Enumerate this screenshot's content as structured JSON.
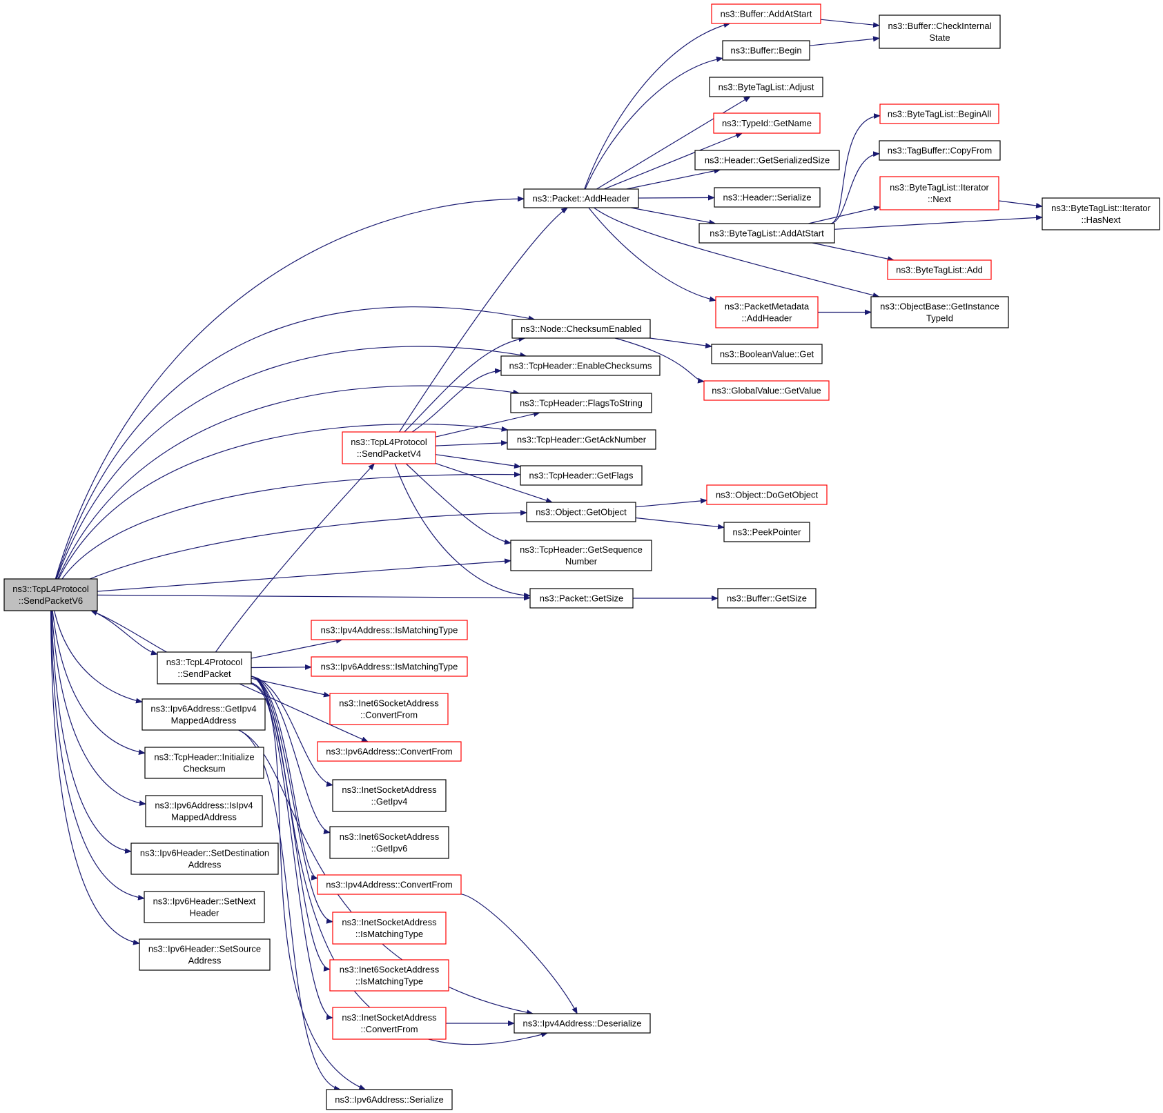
{
  "colors": {
    "edge": "#191970",
    "border_normal": "#000000",
    "border_truncated": "#ff0000",
    "focus_fill": "#bfbfbf",
    "fill": "#ffffff"
  },
  "nodes": [
    {
      "id": "n0",
      "lines": [
        "ns3::TcpL4Protocol",
        "::SendPacketV6"
      ],
      "style": "focus"
    },
    {
      "id": "n1",
      "lines": [
        "ns3::Packet::AddHeader"
      ],
      "style": "normal"
    },
    {
      "id": "n2",
      "lines": [
        "ns3::Node::ChecksumEnabled"
      ],
      "style": "normal"
    },
    {
      "id": "n3",
      "lines": [
        "ns3::TcpHeader::EnableChecksums"
      ],
      "style": "normal"
    },
    {
      "id": "n4",
      "lines": [
        "ns3::TcpHeader::FlagsToString"
      ],
      "style": "normal"
    },
    {
      "id": "n5",
      "lines": [
        "ns3::TcpHeader::GetAckNumber"
      ],
      "style": "normal"
    },
    {
      "id": "n6",
      "lines": [
        "ns3::TcpHeader::GetFlags"
      ],
      "style": "normal"
    },
    {
      "id": "n7",
      "lines": [
        "ns3::Object::GetObject"
      ],
      "style": "normal"
    },
    {
      "id": "n8",
      "lines": [
        "ns3::TcpHeader::GetSequence",
        "Number"
      ],
      "style": "normal"
    },
    {
      "id": "n9",
      "lines": [
        "ns3::Packet::GetSize"
      ],
      "style": "normal"
    },
    {
      "id": "n10",
      "lines": [
        "ns3::TcpL4Protocol",
        "::SendPacketV4"
      ],
      "style": "truncated"
    },
    {
      "id": "n11",
      "lines": [
        "ns3::TcpL4Protocol",
        "::SendPacket"
      ],
      "style": "normal"
    },
    {
      "id": "n12",
      "lines": [
        "ns3::Ipv6Address::GetIpv4",
        "MappedAddress"
      ],
      "style": "normal"
    },
    {
      "id": "n13",
      "lines": [
        "ns3::TcpHeader::Initialize",
        "Checksum"
      ],
      "style": "normal"
    },
    {
      "id": "n14",
      "lines": [
        "ns3::Ipv6Address::IsIpv4",
        "MappedAddress"
      ],
      "style": "normal"
    },
    {
      "id": "n15",
      "lines": [
        "ns3::Ipv6Header::SetDestination",
        "Address"
      ],
      "style": "normal"
    },
    {
      "id": "n16",
      "lines": [
        "ns3::Ipv6Header::SetNext",
        "Header"
      ],
      "style": "normal"
    },
    {
      "id": "n17",
      "lines": [
        "ns3::Ipv6Header::SetSource",
        "Address"
      ],
      "style": "normal"
    },
    {
      "id": "n18",
      "lines": [
        "ns3::Buffer::AddAtStart"
      ],
      "style": "truncated"
    },
    {
      "id": "n19",
      "lines": [
        "ns3::Buffer::Begin"
      ],
      "style": "normal"
    },
    {
      "id": "n20",
      "lines": [
        "ns3::ByteTagList::Adjust"
      ],
      "style": "normal"
    },
    {
      "id": "n21",
      "lines": [
        "ns3::TypeId::GetName"
      ],
      "style": "truncated"
    },
    {
      "id": "n22",
      "lines": [
        "ns3::Header::GetSerializedSize"
      ],
      "style": "normal"
    },
    {
      "id": "n23",
      "lines": [
        "ns3::Header::Serialize"
      ],
      "style": "normal"
    },
    {
      "id": "n24",
      "lines": [
        "ns3::ByteTagList::AddAtStart"
      ],
      "style": "normal"
    },
    {
      "id": "n25",
      "lines": [
        "ns3::PacketMetadata",
        "::AddHeader"
      ],
      "style": "truncated"
    },
    {
      "id": "n26",
      "lines": [
        "ns3::ObjectBase::GetInstance",
        "TypeId"
      ],
      "style": "normal"
    },
    {
      "id": "n27",
      "lines": [
        "ns3::Buffer::CheckInternal",
        "State"
      ],
      "style": "normal"
    },
    {
      "id": "n28",
      "lines": [
        "ns3::ByteTagList::BeginAll"
      ],
      "style": "truncated"
    },
    {
      "id": "n29",
      "lines": [
        "ns3::TagBuffer::CopyFrom"
      ],
      "style": "normal"
    },
    {
      "id": "n30",
      "lines": [
        "ns3::ByteTagList::Iterator",
        "::Next"
      ],
      "style": "truncated"
    },
    {
      "id": "n31",
      "lines": [
        "ns3::ByteTagList::Iterator",
        "::HasNext"
      ],
      "style": "normal"
    },
    {
      "id": "n32",
      "lines": [
        "ns3::ByteTagList::Add"
      ],
      "style": "truncated"
    },
    {
      "id": "n33",
      "lines": [
        "ns3::BooleanValue::Get"
      ],
      "style": "normal"
    },
    {
      "id": "n34",
      "lines": [
        "ns3::GlobalValue::GetValue"
      ],
      "style": "truncated"
    },
    {
      "id": "n35",
      "lines": [
        "ns3::Object::DoGetObject"
      ],
      "style": "truncated"
    },
    {
      "id": "n36",
      "lines": [
        "ns3::PeekPointer"
      ],
      "style": "normal"
    },
    {
      "id": "n37",
      "lines": [
        "ns3::Buffer::GetSize"
      ],
      "style": "normal"
    },
    {
      "id": "n38",
      "lines": [
        "ns3::Ipv4Address::IsMatchingType"
      ],
      "style": "truncated"
    },
    {
      "id": "n39",
      "lines": [
        "ns3::Ipv6Address::IsMatchingType"
      ],
      "style": "truncated"
    },
    {
      "id": "n40",
      "lines": [
        "ns3::Inet6SocketAddress",
        "::ConvertFrom"
      ],
      "style": "truncated"
    },
    {
      "id": "n41",
      "lines": [
        "ns3::Ipv6Address::ConvertFrom"
      ],
      "style": "truncated"
    },
    {
      "id": "n42",
      "lines": [
        "ns3::InetSocketAddress",
        "::GetIpv4"
      ],
      "style": "normal"
    },
    {
      "id": "n43",
      "lines": [
        "ns3::Inet6SocketAddress",
        "::GetIpv6"
      ],
      "style": "normal"
    },
    {
      "id": "n44",
      "lines": [
        "ns3::Ipv4Address::ConvertFrom"
      ],
      "style": "truncated"
    },
    {
      "id": "n45",
      "lines": [
        "ns3::InetSocketAddress",
        "::IsMatchingType"
      ],
      "style": "truncated"
    },
    {
      "id": "n46",
      "lines": [
        "ns3::Inet6SocketAddress",
        "::IsMatchingType"
      ],
      "style": "truncated"
    },
    {
      "id": "n47",
      "lines": [
        "ns3::InetSocketAddress",
        "::ConvertFrom"
      ],
      "style": "truncated"
    },
    {
      "id": "n48",
      "lines": [
        "ns3::Ipv4Address::Deserialize"
      ],
      "style": "normal"
    },
    {
      "id": "n49",
      "lines": [
        "ns3::Ipv6Address::Serialize"
      ],
      "style": "normal"
    }
  ],
  "edges": [
    [
      "n0",
      "n1"
    ],
    [
      "n0",
      "n2"
    ],
    [
      "n0",
      "n3"
    ],
    [
      "n0",
      "n4"
    ],
    [
      "n0",
      "n5"
    ],
    [
      "n0",
      "n6"
    ],
    [
      "n0",
      "n7"
    ],
    [
      "n0",
      "n8"
    ],
    [
      "n0",
      "n9"
    ],
    [
      "n0",
      "n11"
    ],
    [
      "n0",
      "n12"
    ],
    [
      "n0",
      "n13"
    ],
    [
      "n0",
      "n14"
    ],
    [
      "n0",
      "n15"
    ],
    [
      "n0",
      "n16"
    ],
    [
      "n0",
      "n17"
    ],
    [
      "n1",
      "n18"
    ],
    [
      "n1",
      "n19"
    ],
    [
      "n1",
      "n20"
    ],
    [
      "n1",
      "n21"
    ],
    [
      "n1",
      "n22"
    ],
    [
      "n1",
      "n23"
    ],
    [
      "n1",
      "n24"
    ],
    [
      "n1",
      "n25"
    ],
    [
      "n1",
      "n26"
    ],
    [
      "n18",
      "n27"
    ],
    [
      "n19",
      "n27"
    ],
    [
      "n24",
      "n28"
    ],
    [
      "n24",
      "n29"
    ],
    [
      "n24",
      "n30"
    ],
    [
      "n24",
      "n31"
    ],
    [
      "n24",
      "n32"
    ],
    [
      "n30",
      "n31"
    ],
    [
      "n25",
      "n26"
    ],
    [
      "n2",
      "n33"
    ],
    [
      "n2",
      "n34"
    ],
    [
      "n7",
      "n35"
    ],
    [
      "n7",
      "n36"
    ],
    [
      "n9",
      "n37"
    ],
    [
      "n10",
      "n1"
    ],
    [
      "n10",
      "n2"
    ],
    [
      "n10",
      "n3"
    ],
    [
      "n10",
      "n4"
    ],
    [
      "n10",
      "n5"
    ],
    [
      "n10",
      "n6"
    ],
    [
      "n10",
      "n7"
    ],
    [
      "n10",
      "n8"
    ],
    [
      "n10",
      "n9"
    ],
    [
      "n11",
      "n0"
    ],
    [
      "n11",
      "n10"
    ],
    [
      "n11",
      "n38"
    ],
    [
      "n11",
      "n39"
    ],
    [
      "n11",
      "n40"
    ],
    [
      "n11",
      "n41"
    ],
    [
      "n11",
      "n42"
    ],
    [
      "n11",
      "n43"
    ],
    [
      "n11",
      "n44"
    ],
    [
      "n11",
      "n45"
    ],
    [
      "n11",
      "n46"
    ],
    [
      "n11",
      "n47"
    ],
    [
      "n11",
      "n48"
    ],
    [
      "n11",
      "n49"
    ],
    [
      "n12",
      "n48"
    ],
    [
      "n12",
      "n49"
    ],
    [
      "n44",
      "n48"
    ],
    [
      "n47",
      "n48"
    ]
  ]
}
